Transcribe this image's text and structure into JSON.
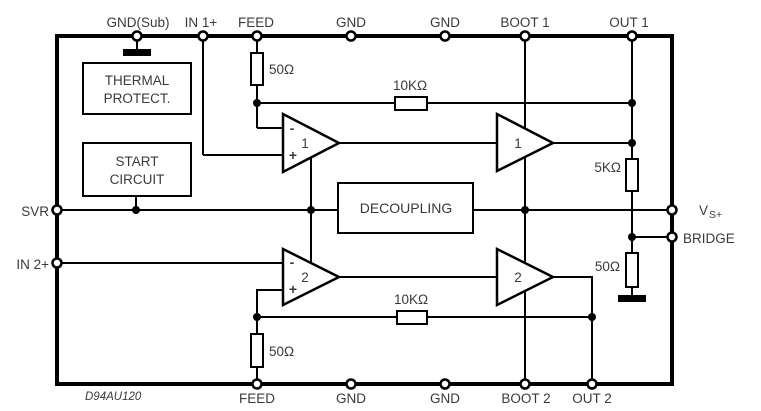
{
  "pins": {
    "top": [
      "GND(Sub)",
      "IN 1+",
      "FEED",
      "GND",
      "GND",
      "BOOT 1",
      "OUT 1"
    ],
    "bottom": [
      "FEED",
      "GND",
      "GND",
      "BOOT 2",
      "OUT 2"
    ],
    "left": [
      "SVR",
      "IN 2+"
    ],
    "right": {
      "vs_main": "V",
      "vs_sub": "S+",
      "bridge": "BRIDGE"
    }
  },
  "blocks": {
    "thermal_line1": "THERMAL",
    "thermal_line2": "PROTECT.",
    "start_line1": "START",
    "start_line2": "CIRCUIT",
    "decoupling": "DECOUPLING"
  },
  "resistors": {
    "ch1_input": "50Ω",
    "ch1_feedback": "10KΩ",
    "out1_to_vs": "5KΩ",
    "bridge_divider": "50Ω",
    "ch2_input": "50Ω",
    "ch2_feedback": "10KΩ"
  },
  "amplifiers": {
    "preamp1_label": "1",
    "power1_label": "1",
    "preamp2_label": "2",
    "power2_label": "2",
    "inverting_input": "-",
    "noninverting_input": "+"
  },
  "footer": {
    "drawing_code": "D94AU120"
  },
  "colors": {
    "line": "#000000",
    "text": "#3a3a3a",
    "background": "#ffffff"
  }
}
